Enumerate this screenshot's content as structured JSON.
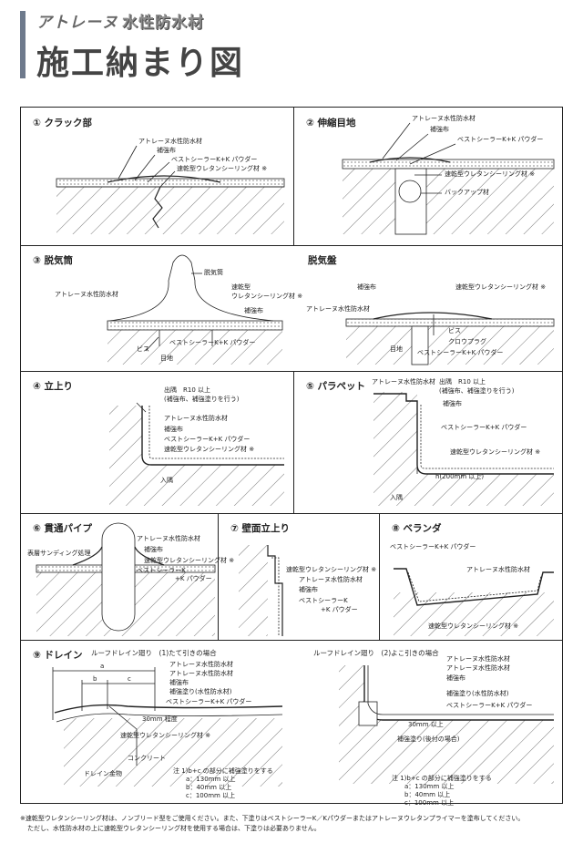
{
  "header": {
    "logo": "アトレーヌ",
    "tagline": "水性防水材",
    "title": "施工納まり図"
  },
  "panels": {
    "p1": {
      "title": "① クラック部",
      "labels": [
        "アトレーヌ水性防水材",
        "補強布",
        "ベストシーラーK+K パウダー",
        "速乾型ウレタンシーリング材 ※"
      ]
    },
    "p2": {
      "title": "② 伸縮目地",
      "labels": [
        "アトレーヌ水性防水材",
        "補強布",
        "ベストシーラーK+K パウダー",
        "速乾型ウレタンシーリング材 ※",
        "バックアップ材"
      ]
    },
    "p3": {
      "title": "③ 脱気筒",
      "labels": [
        "脱気筒",
        "速乾型",
        "ウレタンシーリング材 ※",
        "アトレーヌ水性防水材",
        "補強布",
        "ビス",
        "ベストシーラーK+K パウダー",
        "目地"
      ]
    },
    "p3b": {
      "title": "脱気盤",
      "labels": [
        "補強布",
        "速乾型ウレタンシーリング材 ※",
        "アトレーヌ水性防水材",
        "ビス",
        "クロウプラグ",
        "目地",
        "ベストシーラーK+K パウダー"
      ]
    },
    "p4": {
      "title": "④ 立上り",
      "labels": [
        "出隅　R10 以上",
        "(補強布、補強塗りを行う)",
        "アトレーヌ水性防水材",
        "補強布",
        "ベストシーラーK+K パウダー",
        "速乾型ウレタンシーリング材 ※",
        "入隅"
      ]
    },
    "p5": {
      "title": "⑤ パラペット",
      "labels": [
        "アトレーヌ水性防水材",
        "出隅　R10 以上",
        "(補強布、補強塗りを行う)",
        "補強布",
        "ベストシーラーK+K パウダー",
        "速乾型ウレタンシーリング材 ※",
        "h(200mm 以上)",
        "入隅"
      ]
    },
    "p6": {
      "title": "⑥ 貫通パイプ",
      "labels": [
        "アトレーヌ水性防水材",
        "表層サンディング処理",
        "補強布",
        "速乾型ウレタンシーリング材 ※",
        "ベストシーラーK",
        "+K パウダー"
      ]
    },
    "p7": {
      "title": "⑦ 壁面立上り",
      "labels": [
        "速乾型ウレタンシーリング材 ※",
        "アトレーヌ水性防水材",
        "補強布",
        "ベストシーラーK",
        "+K パウダー"
      ]
    },
    "p8": {
      "title": "⑧ ベランダ",
      "labels": [
        "ベストシーラーK+K パウダー",
        "アトレーヌ水性防水材",
        "速乾型ウレタンシーリング材 ※"
      ]
    },
    "p9": {
      "title": "⑨ ドレイン",
      "sub1": "ルーフドレイン廻り　(1)たて引きの場合",
      "sub2": "ルーフドレイン廻り　(2)よこ引きの場合",
      "dims": [
        "a",
        "b",
        "c"
      ],
      "labels1": [
        "アトレーヌ水性防水材",
        "アトレーヌ水性防水材",
        "補強布",
        "補強塗り(水性防水材)",
        "ベストシーラーK+K パウダー",
        "30mm 程度",
        "速乾型ウレタンシーリング材 ※",
        "コンクリート",
        "ドレイン金物"
      ],
      "labels2": [
        "アトレーヌ水性防水材",
        "アトレーヌ水性防水材",
        "補強布",
        "補強塗り(水性防水材)",
        "ベストシーラーK+K パウダー",
        "30mm 以上",
        "補強塗り(後付の場合)"
      ],
      "note_lines": [
        "注 1)b+c の部分に補強塗りをする",
        "a：130mm 以上",
        "b：40mm 以上",
        "c：100mm 以上"
      ]
    }
  },
  "footnotes": [
    "※速乾型ウレタンシーリング材は、ノンブリード型をご使用ください。また、下塗りはベストシーラーK／Kパウダーまたはアトレーヌウレタンプライマーを塗布してください。",
    "ただし、水性防水材の上に速乾型ウレタンシーリング材を使用する場合は、下塗りは必要ありません。"
  ]
}
